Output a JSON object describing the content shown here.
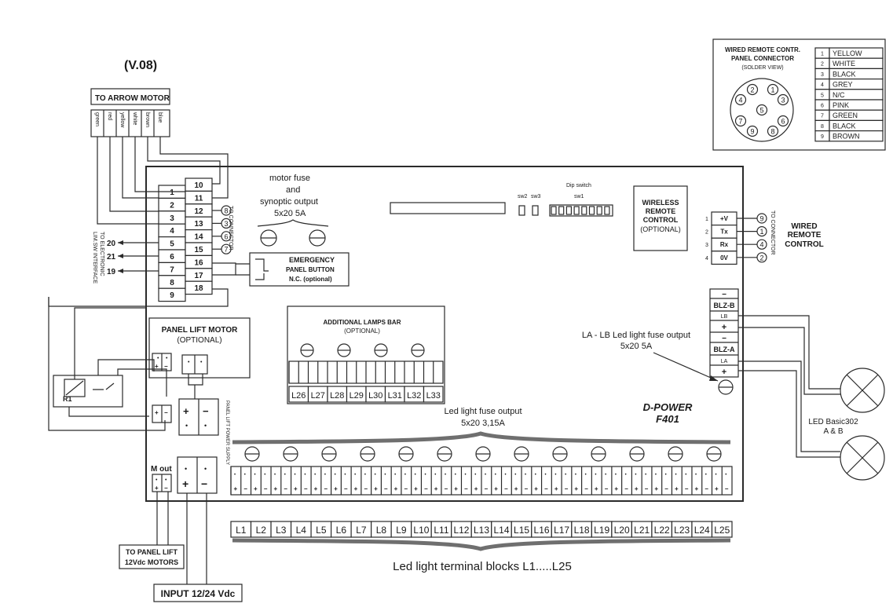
{
  "version": "(V.08)",
  "arrow_motor": {
    "title": "TO ARROW MOTOR",
    "wires": [
      "green",
      "red",
      "yellow",
      "white",
      "brown",
      "blue"
    ]
  },
  "terminals": {
    "left_col": [
      "1",
      "2",
      "3",
      "4",
      "5",
      "6",
      "7",
      "8",
      "9"
    ],
    "right_col": [
      "10",
      "11",
      "12",
      "13",
      "14",
      "15",
      "16",
      "17",
      "18"
    ],
    "connector_circles": [
      "8",
      "3",
      "6",
      "7"
    ],
    "to_connector": "TO CONNECTOR",
    "ext_nums": [
      "20",
      "21",
      "19"
    ],
    "ext_label_1": "TO ELECTRONIC",
    "ext_label_2": "LIM.SW INTERFACE"
  },
  "motor_fuse": {
    "line1": "motor fuse",
    "line2": "and",
    "line3": "synoptic output",
    "line4": "5x20 5A"
  },
  "dip": {
    "title": "Dip switch",
    "sw2": "sw2",
    "sw3": "sw3",
    "sw1": "sw1"
  },
  "wireless": {
    "line1": "WIRELESS",
    "line2": "REMOTE",
    "line3": "CONTROL",
    "line4": "(OPTIONAL)"
  },
  "emergency": {
    "line1": "EMERGENCY",
    "line2": "PANEL BUTTON",
    "line3": "N.C. (optional)"
  },
  "wired_connector": {
    "title1": "WIRED REMOTE CONTR.",
    "title2": "PANEL CONNECTOR",
    "title3": "(SOLDER VIEW)",
    "pins": [
      "1",
      "2",
      "3",
      "4",
      "5",
      "6",
      "7",
      "8",
      "9"
    ],
    "colors": [
      {
        "n": "1",
        "c": "YELLOW"
      },
      {
        "n": "2",
        "c": "WHITE"
      },
      {
        "n": "3",
        "c": "BLACK"
      },
      {
        "n": "4",
        "c": "GREY"
      },
      {
        "n": "5",
        "c": "N/C"
      },
      {
        "n": "6",
        "c": "PINK"
      },
      {
        "n": "7",
        "c": "GREEN"
      },
      {
        "n": "8",
        "c": "BLACK"
      },
      {
        "n": "9",
        "c": "BROWN"
      }
    ]
  },
  "wired_remote": {
    "rows": [
      {
        "num": "1",
        "label": "+V",
        "pin": "9"
      },
      {
        "num": "2",
        "label": "Tx",
        "pin": "1"
      },
      {
        "num": "3",
        "label": "Rx",
        "pin": "4"
      },
      {
        "num": "4",
        "label": "0V",
        "pin": "2"
      }
    ],
    "to_connector": "TO CONNECTOR",
    "title1": "WIRED",
    "title2": "REMOTE",
    "title3": "CONTROL"
  },
  "blz": {
    "b": "BLZ-B",
    "lb": "LB",
    "a": "BLZ-A",
    "la": "LA",
    "minus": "−",
    "plus": "+"
  },
  "la_lb": {
    "line1": "LA - LB Led light fuse output",
    "line2": "5x20 5A"
  },
  "led_basic": {
    "line1": "LED Basic302",
    "line2": "A & B"
  },
  "panel_lift": {
    "line1": "PANEL LIFT MOTOR",
    "line2": "(OPTIONAL)",
    "supply": "PANEL LIFT POWER SUPPLY",
    "relay": "R1"
  },
  "lamps_bar": {
    "line1": "ADDITIONAL LAMPS BAR",
    "line2": "(OPTIONAL)",
    "labels": [
      "L26",
      "L27",
      "L28",
      "L29",
      "L30",
      "L31",
      "L32",
      "L33"
    ]
  },
  "led_fuse": {
    "line1": "Led light fuse output",
    "line2": "5x20 3,15A"
  },
  "brand": {
    "line1": "D-POWER",
    "line2": "F401"
  },
  "m_out": "M out",
  "terminal_labels": [
    "L1",
    "L2",
    "L3",
    "L4",
    "L5",
    "L6",
    "L7",
    "L8",
    "L9",
    "L10",
    "L11",
    "L12",
    "L13",
    "L14",
    "L15",
    "L16",
    "L17",
    "L18",
    "L19",
    "L20",
    "L21",
    "L22",
    "L23",
    "L24",
    "L25"
  ],
  "led_blocks_caption": "Led light terminal blocks L1.....L25",
  "to_panel_lift": {
    "line1": "TO PANEL LIFT",
    "line2": "12Vdc MOTORS"
  },
  "input": "INPUT 12/24 Vdc",
  "symbols": {
    "plus": "+",
    "minus": "−",
    "dot": "•"
  }
}
